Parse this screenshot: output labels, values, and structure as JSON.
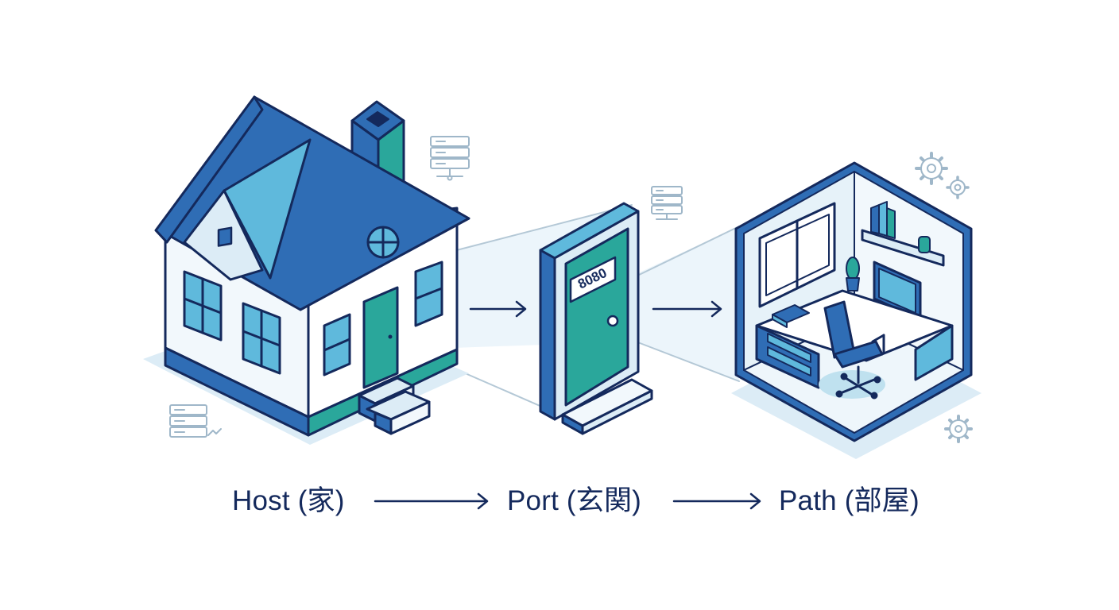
{
  "labels": {
    "host": "Host (家)",
    "port": "Port (玄関)",
    "path": "Path (部屋)"
  },
  "door": {
    "number": "8080"
  },
  "colors": {
    "outline": "#14295c",
    "roof_blue": "#2f6db5",
    "light_blue": "#5fb9dc",
    "teal": "#2aa79b",
    "wall_pale": "#f2f8fc",
    "shadow": "#dcecf6",
    "icon_gray": "#9fb7c9"
  },
  "icons": [
    "server-icon",
    "gear-icon",
    "arrow-right-icon"
  ]
}
